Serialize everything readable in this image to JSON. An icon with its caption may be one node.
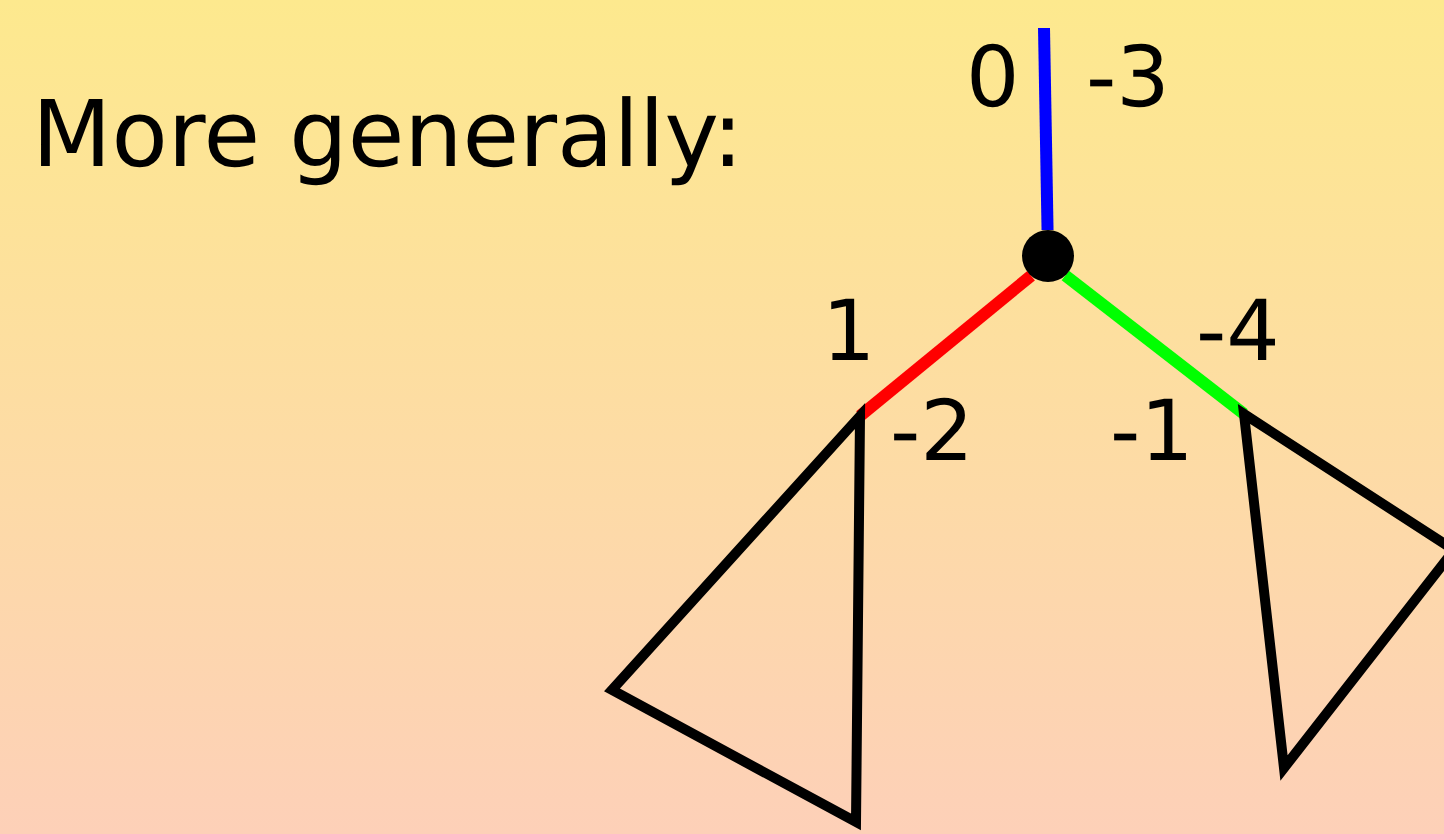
{
  "diagram": {
    "title": "More generally:",
    "nodes": [
      {
        "text": [],
        "shape": "circle"
      },
      {
        "text": [],
        "shape": "triangle"
      },
      {
        "text": [],
        "shape": "triangle"
      }
    ],
    "edges": [
      {
        "from": null,
        "to": 0,
        "arrow": "none",
        "color": "#0000ff"
      },
      {
        "from": 0,
        "to": 1,
        "arrow": "none",
        "color": "#ff0000"
      },
      {
        "from": 0,
        "to": 2,
        "arrow": "none",
        "color": "#00ff00"
      }
    ],
    "labels": [
      "0",
      "-3",
      "1",
      "-4",
      "-2",
      "-1"
    ]
  }
}
